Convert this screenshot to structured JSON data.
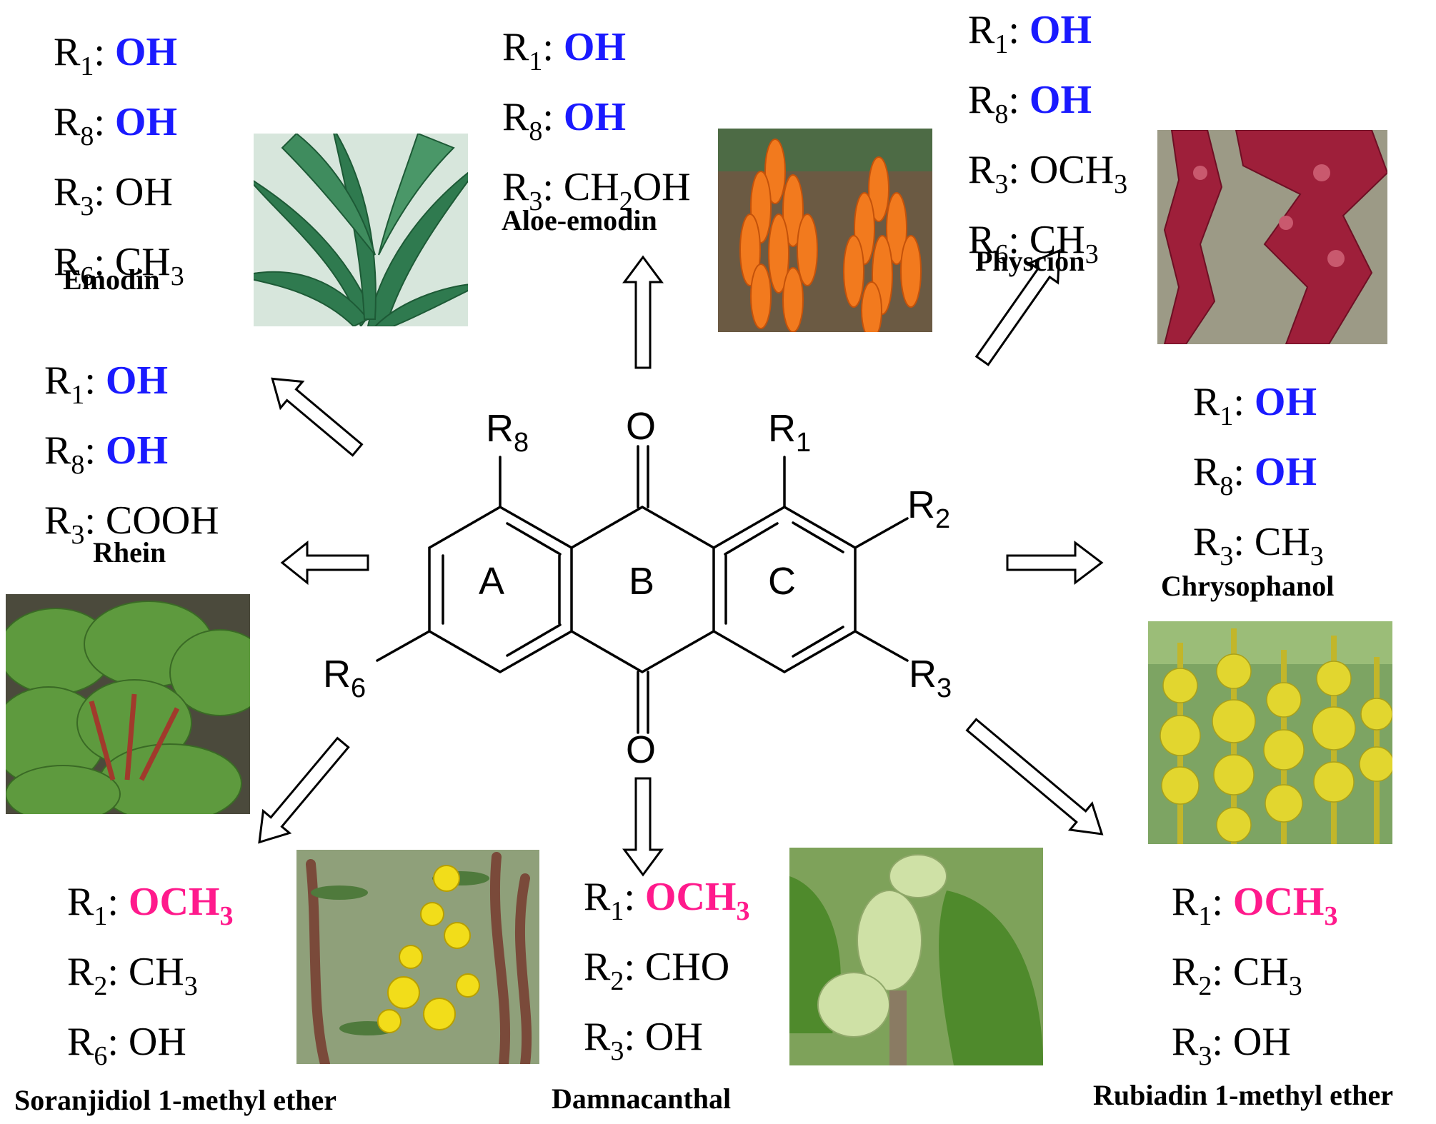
{
  "colors": {
    "hydroxyl_highlight": "#1a1aff",
    "methoxy_highlight": "#ff1a8c",
    "text": "#000000"
  },
  "core": {
    "ring_labels": [
      "A",
      "B",
      "C"
    ],
    "oxygen_top": "O",
    "oxygen_bottom": "O",
    "r8": "R8",
    "r1": "R1",
    "r2": "R2",
    "r3": "R3",
    "r6": "R6"
  },
  "compounds": [
    {
      "name": "Emodin",
      "plant_icon": "aloe-leaves-photo",
      "subs": [
        {
          "r": "R",
          "n": "1",
          "v": "OH",
          "hl": "blue"
        },
        {
          "r": "R",
          "n": "8",
          "v": "OH",
          "hl": "blue"
        },
        {
          "r": "R",
          "n": "3",
          "v": "OH",
          "hl": ""
        },
        {
          "r": "R",
          "n": "6",
          "v": "CH3",
          "hl": ""
        }
      ]
    },
    {
      "name": "Aloe-emodin",
      "plant_icon": "aloe-flower-photo",
      "subs": [
        {
          "r": "R",
          "n": "1",
          "v": "OH",
          "hl": "blue"
        },
        {
          "r": "R",
          "n": "8",
          "v": "OH",
          "hl": "blue"
        },
        {
          "r": "R",
          "n": "3",
          "v": "CH2OH",
          "hl": ""
        }
      ]
    },
    {
      "name": "Physcion",
      "plant_icon": "rumex-photo",
      "subs": [
        {
          "r": "R",
          "n": "1",
          "v": "OH",
          "hl": "blue"
        },
        {
          "r": "R",
          "n": "8",
          "v": "OH",
          "hl": "blue"
        },
        {
          "r": "R",
          "n": "3",
          "v": "OCH3",
          "hl": ""
        },
        {
          "r": "R",
          "n": "6",
          "v": "CH3",
          "hl": ""
        }
      ]
    },
    {
      "name": "Chrysophanol",
      "plant_icon": "asphodeline-photo",
      "subs": [
        {
          "r": "R",
          "n": "1",
          "v": "OH",
          "hl": "blue"
        },
        {
          "r": "R",
          "n": "8",
          "v": "OH",
          "hl": "blue"
        },
        {
          "r": "R",
          "n": "3",
          "v": "CH3",
          "hl": ""
        }
      ]
    },
    {
      "name": "Rhein",
      "plant_icon": "rhubarb-photo",
      "subs": [
        {
          "r": "R",
          "n": "1",
          "v": "OH",
          "hl": "blue"
        },
        {
          "r": "R",
          "n": "8",
          "v": "OH",
          "hl": "blue"
        },
        {
          "r": "R",
          "n": "3",
          "v": "COOH",
          "hl": ""
        }
      ]
    },
    {
      "name": "Soranjidiol 1-methyl ether",
      "plant_icon": "senna-photo",
      "subs": [
        {
          "r": "R",
          "n": "1",
          "v": "OCH3",
          "hl": "pink"
        },
        {
          "r": "R",
          "n": "2",
          "v": "CH3",
          "hl": ""
        },
        {
          "r": "R",
          "n": "6",
          "v": "OH",
          "hl": ""
        }
      ]
    },
    {
      "name": "Damnacanthal",
      "plant_icon": "noni-photo",
      "subs": [
        {
          "r": "R",
          "n": "1",
          "v": "OCH3",
          "hl": "pink"
        },
        {
          "r": "R",
          "n": "2",
          "v": "CHO",
          "hl": ""
        },
        {
          "r": "R",
          "n": "3",
          "v": "OH",
          "hl": ""
        }
      ]
    },
    {
      "name": "Rubiadin 1-methyl ether",
      "plant_icon": "",
      "subs": [
        {
          "r": "R",
          "n": "1",
          "v": "OCH3",
          "hl": "pink"
        },
        {
          "r": "R",
          "n": "2",
          "v": "CH3",
          "hl": ""
        },
        {
          "r": "R",
          "n": "3",
          "v": "OH",
          "hl": ""
        }
      ]
    }
  ]
}
